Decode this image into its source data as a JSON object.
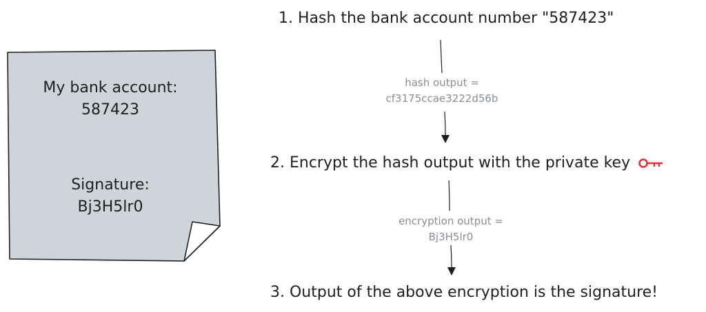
{
  "note": {
    "account_label": "My bank account:",
    "account_number": "587423",
    "signature_label": "Signature:",
    "signature_value": "Bj3H5lr0"
  },
  "steps": [
    {
      "text": "1. Hash the bank account number \"587423\""
    },
    {
      "text": "2. Encrypt the hash output with the private key"
    },
    {
      "text": "3. Output of the above encryption is the signature!"
    }
  ],
  "edges": [
    {
      "label_line1": "hash output =",
      "label_line2": "cf3175ccae3222d56b"
    },
    {
      "label_line1": "encryption output =",
      "label_line2": "Bj3H5lr0"
    }
  ],
  "icons": {
    "key": "key-icon"
  },
  "colors": {
    "note_fill": "#ced4da",
    "stroke": "#1e1e1e",
    "label_gray": "#868e96",
    "key_red": "#e03131"
  }
}
